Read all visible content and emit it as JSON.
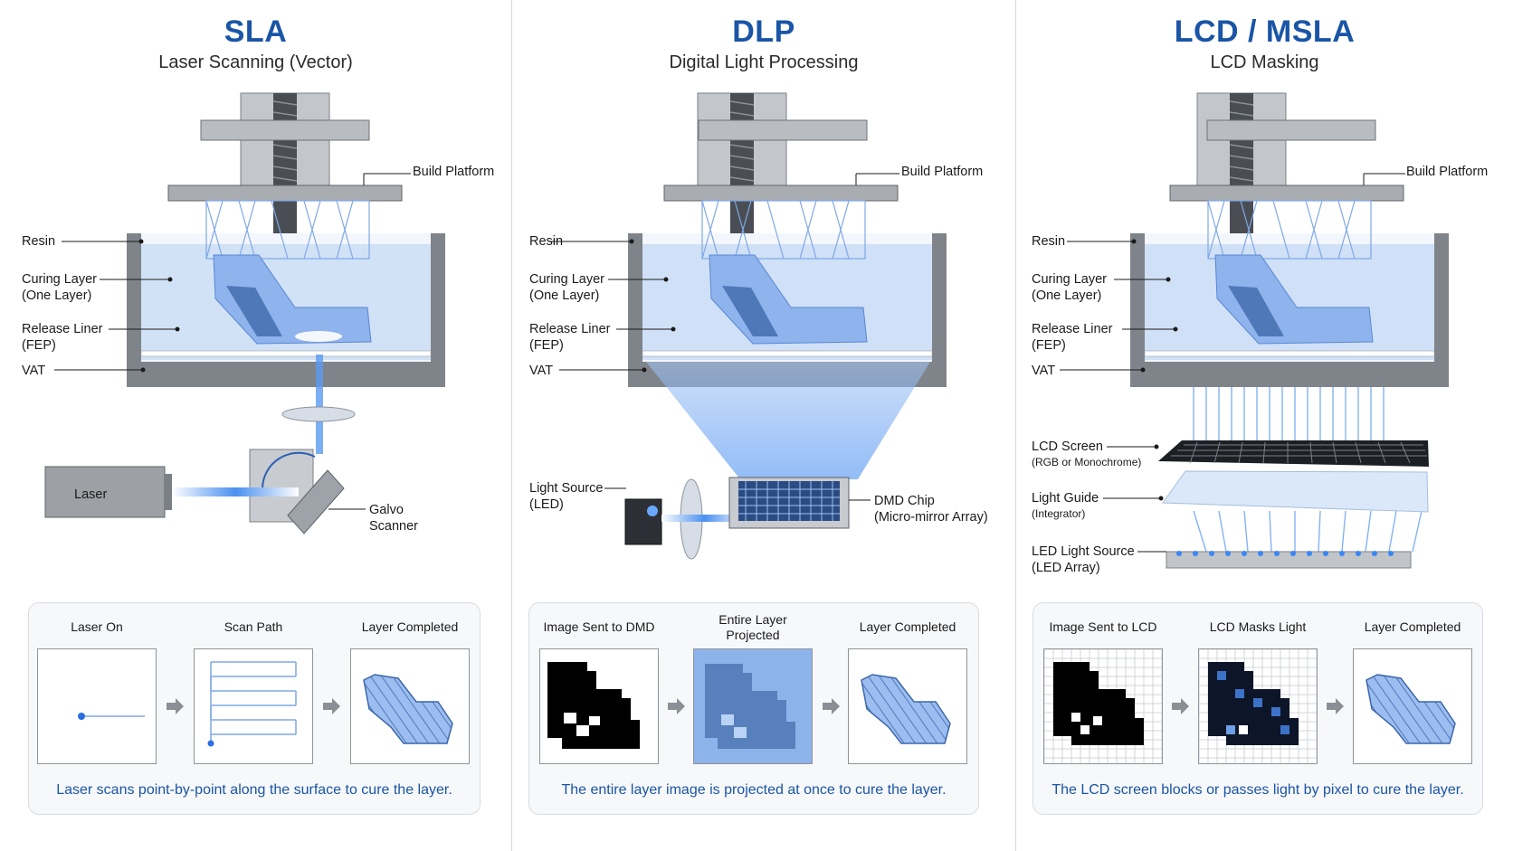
{
  "panels": [
    {
      "id": "sla",
      "title": "SLA",
      "subtitle": "Laser Scanning (Vector)",
      "labels": {
        "build_platform": "Build Platform",
        "resin": "Resin",
        "curing_layer": "Curing Layer",
        "curing_layer_sub": "(One Layer)",
        "release_liner": "Release Liner",
        "release_liner_sub": "(FEP)",
        "vat": "VAT",
        "laser": "Laser",
        "galvo": "Galvo",
        "galvo_sub": "Scanner"
      },
      "steps": [
        "Laser On",
        "Scan Path",
        "Layer Completed"
      ],
      "caption": "Laser scans point-by-point along the surface to cure the layer."
    },
    {
      "id": "dlp",
      "title": "DLP",
      "subtitle": "Digital Light Processing",
      "labels": {
        "build_platform": "Build Platform",
        "resin": "Resin",
        "curing_layer": "Curing Layer",
        "curing_layer_sub": "(One Layer)",
        "release_liner": "Release Liner",
        "release_liner_sub": "(FEP)",
        "vat": "VAT",
        "light_source": "Light Source",
        "light_source_sub": "(LED)",
        "dmd": "DMD Chip",
        "dmd_sub": "(Micro-mirror Array)"
      },
      "steps": [
        "Image Sent to DMD",
        "Entire Layer",
        "Projected",
        "Layer Completed"
      ],
      "caption": "The entire layer image is projected at once to cure the layer."
    },
    {
      "id": "lcd",
      "title": "LCD / MSLA",
      "subtitle": "LCD Masking",
      "labels": {
        "build_platform": "Build Platform",
        "resin": "Resin",
        "curing_layer": "Curing Layer",
        "curing_layer_sub": "(One Layer)",
        "release_liner": "Release Liner",
        "release_liner_sub": "(FEP)",
        "vat": "VAT",
        "lcd_screen": "LCD Screen",
        "lcd_screen_sub": "(RGB or Monochrome)",
        "light_guide": "Light Guide",
        "light_guide_sub": "(Integrator)",
        "led": "LED Light Source",
        "led_sub": "(LED Array)"
      },
      "steps": [
        "Image Sent to LCD",
        "LCD Masks Light",
        "Layer Completed"
      ],
      "caption": "The LCD screen blocks or passes light by pixel to cure the layer."
    }
  ],
  "colors": {
    "accent": "#1a55a6",
    "resin": "#cfe0f7",
    "light": "#3a86f0",
    "metal": "#bfc2c6"
  }
}
